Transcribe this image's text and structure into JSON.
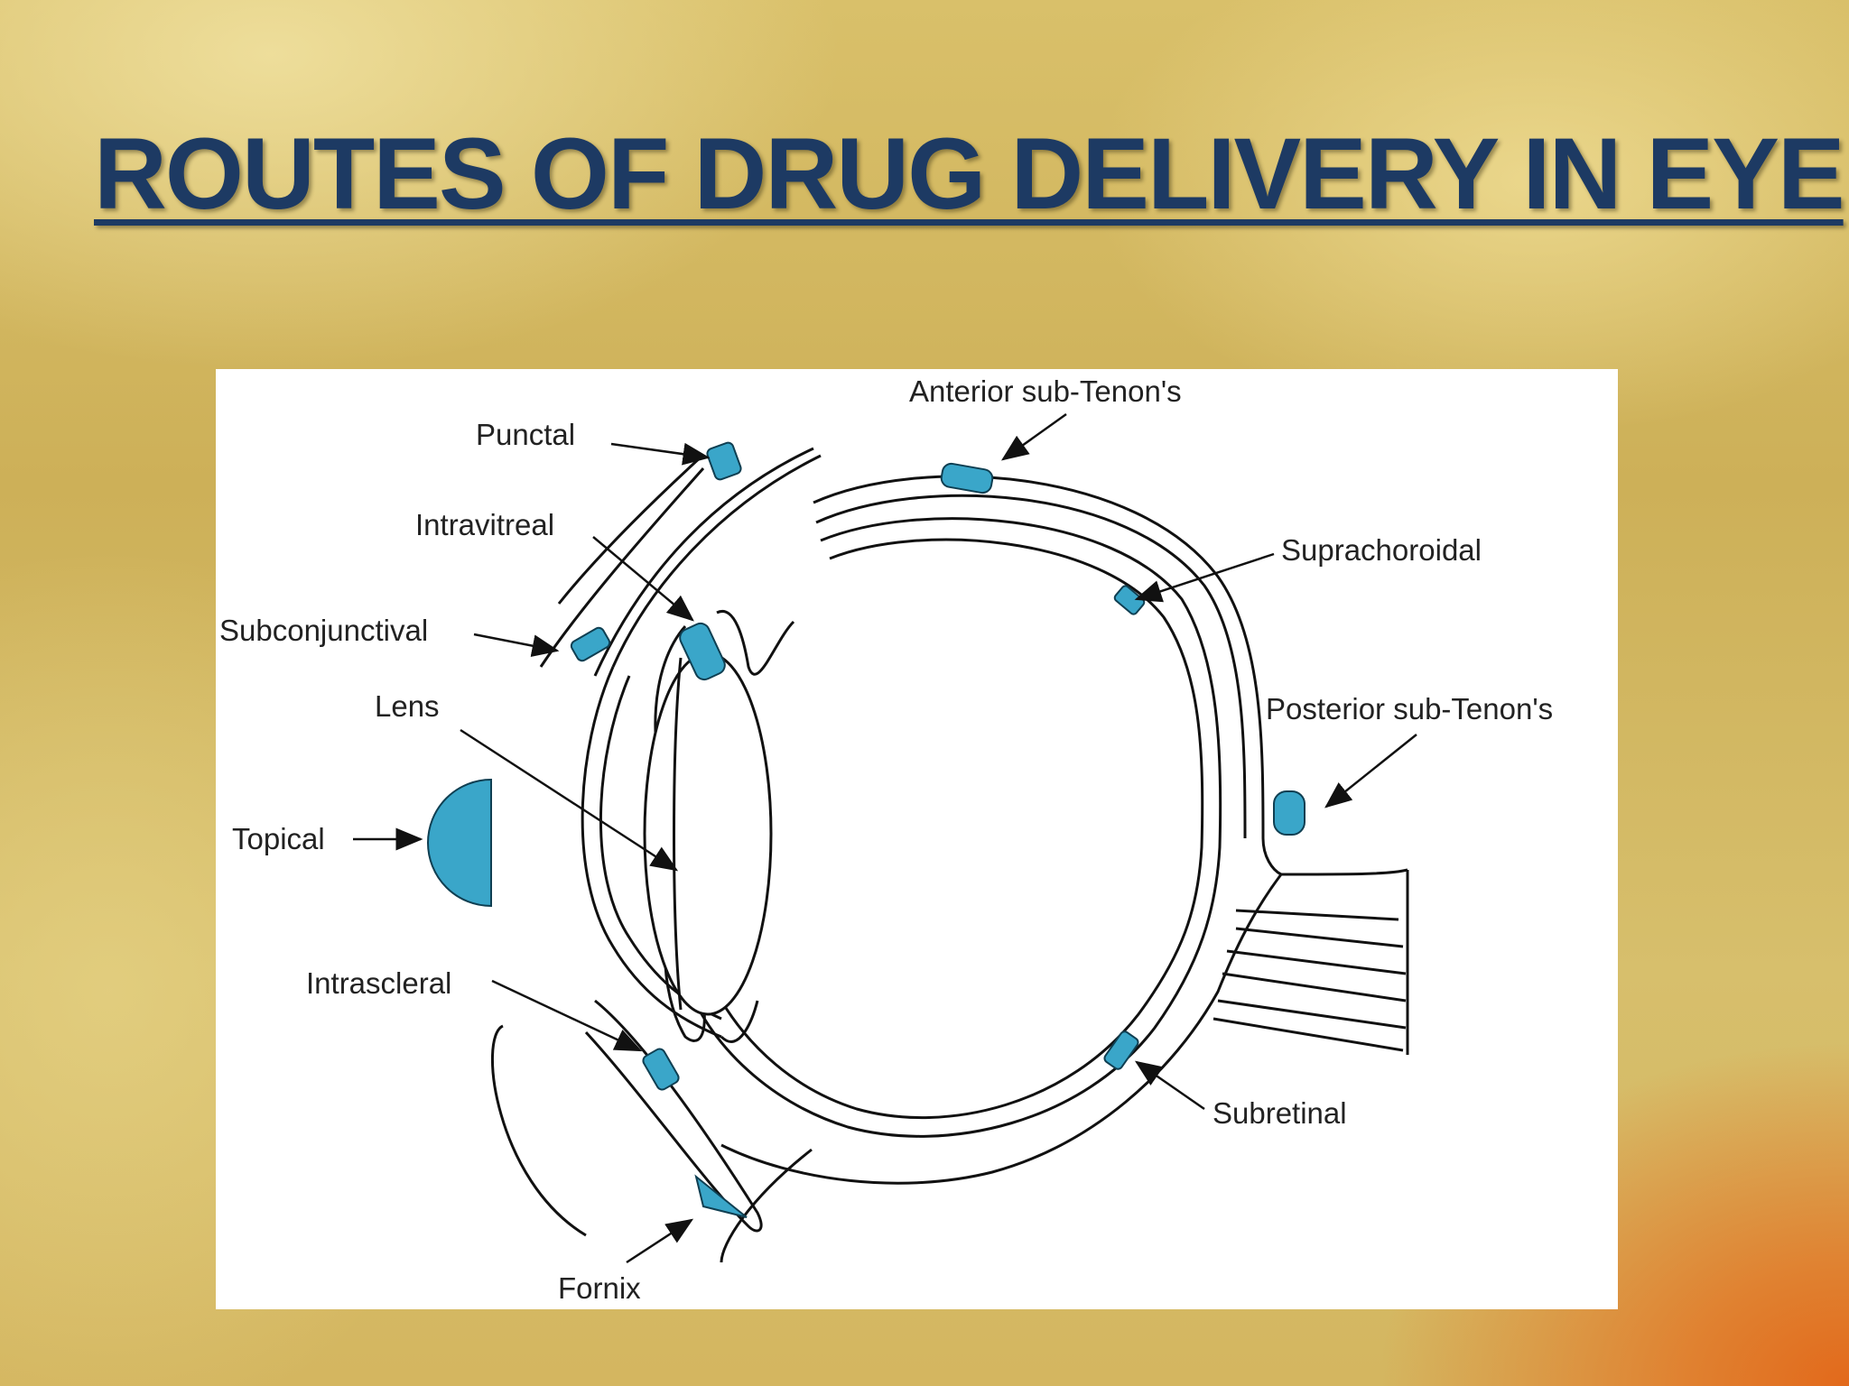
{
  "slide": {
    "title": "ROUTES OF DRUG DELIVERY IN EYE"
  },
  "diagram": {
    "labels": {
      "punctal": "Punctal",
      "intravitreal": "Intravitreal",
      "subconjunctival": "Subconjunctival",
      "lens": "Lens",
      "topical": "Topical",
      "intrascleral": "Intrascleral",
      "fornix": "Fornix",
      "anterior_sub_tenons": "Anterior sub-Tenon's",
      "suprachoroidal": "Suprachoroidal",
      "posterior_sub_tenons": "Posterior sub-Tenon's",
      "subretinal": "Subretinal"
    },
    "colors": {
      "implant": "#3aa6c9",
      "line": "#111111"
    }
  }
}
